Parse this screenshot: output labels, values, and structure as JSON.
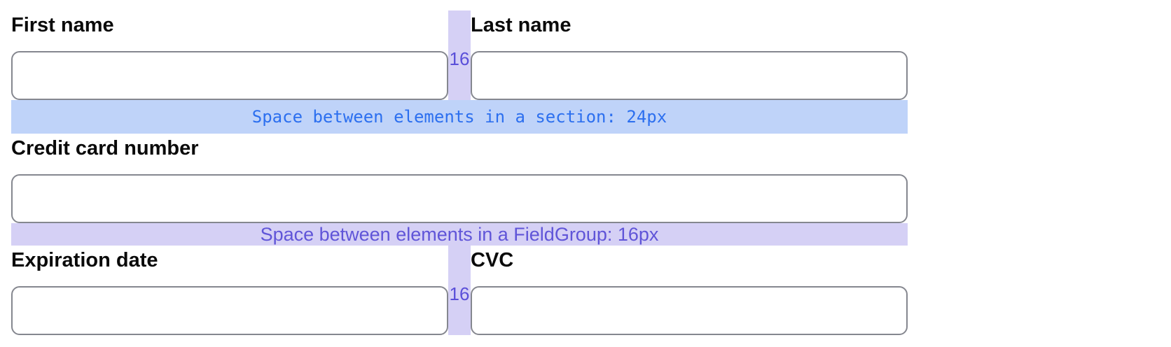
{
  "form": {
    "fields": {
      "first_name": {
        "label": "First name",
        "value": "",
        "placeholder": ""
      },
      "last_name": {
        "label": "Last name",
        "value": "",
        "placeholder": ""
      },
      "credit_card_number": {
        "label": "Credit card number",
        "value": "",
        "placeholder": ""
      },
      "expiration_date": {
        "label": "Expiration date",
        "value": "",
        "placeholder": ""
      },
      "cvc": {
        "label": "CVC",
        "value": "",
        "placeholder": ""
      }
    }
  },
  "annotations": {
    "section_gap_text": "Space between elements in a section: 24px",
    "fieldgroup_gap_text": "Space between elements in a FieldGroup: 16px",
    "column_gap_value": "16"
  },
  "colors": {
    "band-blue": "#bfd3f9",
    "band-lavender": "#d5d0f5",
    "text-blue": "#2c6fef",
    "text-purple": "#6055d8",
    "text-gap-num": "#5a4fd9",
    "input-border": "#85878f",
    "label-color": "#0a0a0a",
    "page-bg": "#ffffff"
  }
}
